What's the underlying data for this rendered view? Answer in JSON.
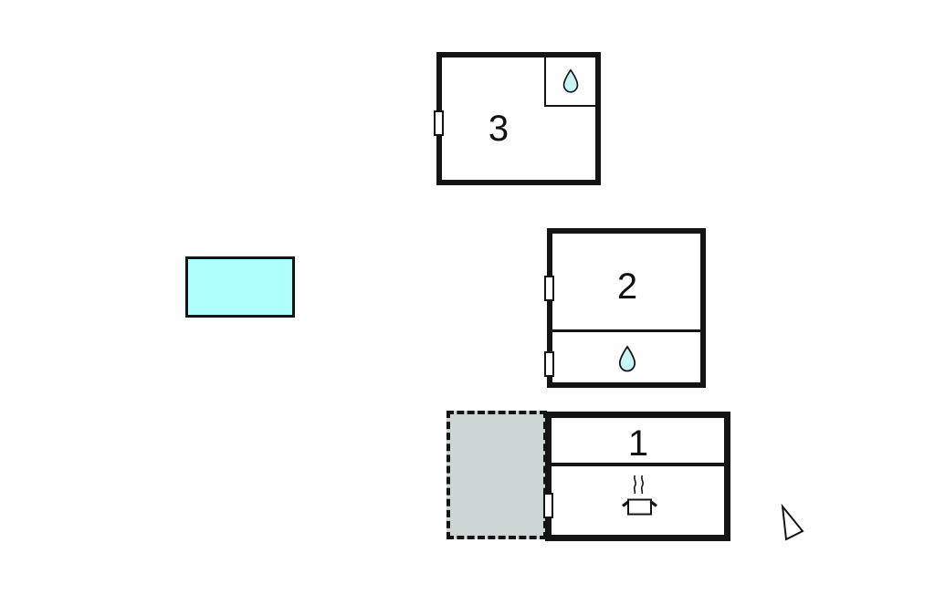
{
  "colors": {
    "background": "#ffffff",
    "wall": "#141414",
    "pool_fill": "#aeffff",
    "terrace_fill": "#ccd7d5",
    "drop_fill": "#c9f4f6"
  },
  "plan": {
    "rooms": [
      {
        "id": "unit-3",
        "number": "3",
        "icons": [
          "water-drop"
        ],
        "doors": 1,
        "sub_rooms": [
          "bathroom-corner"
        ]
      },
      {
        "id": "unit-2",
        "number": "2",
        "icons": [
          "water-drop"
        ],
        "doors": 2,
        "sub_rooms": [
          "bathroom-band"
        ]
      },
      {
        "id": "unit-1",
        "number": "1",
        "icons": [
          "cooking-pot"
        ],
        "doors": 1,
        "sub_rooms": [
          "kitchen-band"
        ]
      }
    ],
    "features": [
      "pool",
      "terrace",
      "north-arrow"
    ]
  }
}
